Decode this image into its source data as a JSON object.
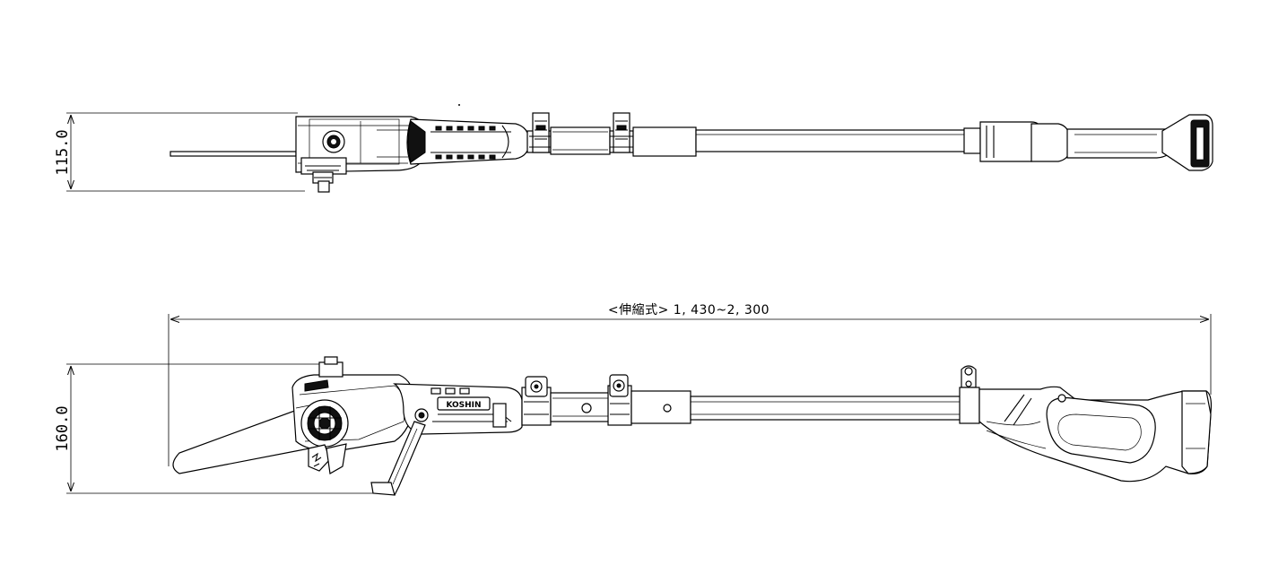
{
  "dimensions": {
    "top_view_width": "115.0",
    "side_view_height": "160.0",
    "overall_length": "<伸縮式> 1, 430~2, 300"
  },
  "brand_label": "KOSHIN"
}
